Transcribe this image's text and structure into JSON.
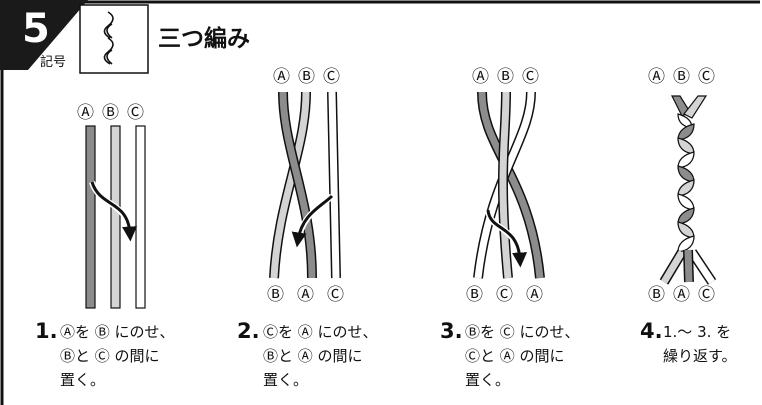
{
  "header": {
    "number": "5",
    "symbol_label": "記号",
    "title": "三つ編み"
  },
  "strand_colors": {
    "A": "#8c8c8c",
    "B": "#d4d4d4",
    "C": "#ffffff",
    "outline": "#111111"
  },
  "steps": [
    {
      "top_labels": [
        "Ⓐ",
        "Ⓑ",
        "Ⓒ"
      ],
      "bottom_labels": [],
      "number": "1.",
      "caption_line1": "Ⓐを Ⓑ にのせ、",
      "caption_line2": "Ⓑと Ⓒ の間に",
      "caption_line3": "置く。"
    },
    {
      "top_labels": [
        "Ⓐ",
        "Ⓑ",
        "Ⓒ"
      ],
      "bottom_labels": [
        "Ⓑ",
        "Ⓐ",
        "Ⓒ"
      ],
      "number": "2.",
      "caption_line1": "Ⓒを Ⓐ にのせ、",
      "caption_line2": "Ⓑと Ⓐ の間に",
      "caption_line3": "置く。"
    },
    {
      "top_labels": [
        "Ⓐ",
        "Ⓑ",
        "Ⓒ"
      ],
      "bottom_labels": [
        "Ⓑ",
        "Ⓒ",
        "Ⓐ"
      ],
      "number": "3.",
      "caption_line1": "Ⓑを Ⓒ にのせ、",
      "caption_line2": "Ⓒと Ⓐ の間に",
      "caption_line3": "置く。"
    },
    {
      "top_labels": [
        "Ⓐ",
        "Ⓑ",
        "Ⓒ"
      ],
      "bottom_labels": [
        "Ⓑ",
        "Ⓐ",
        "Ⓒ"
      ],
      "number": "4.",
      "caption_line1": "1.～ 3. を",
      "caption_line2": "繰り返す。",
      "caption_line3": ""
    }
  ]
}
